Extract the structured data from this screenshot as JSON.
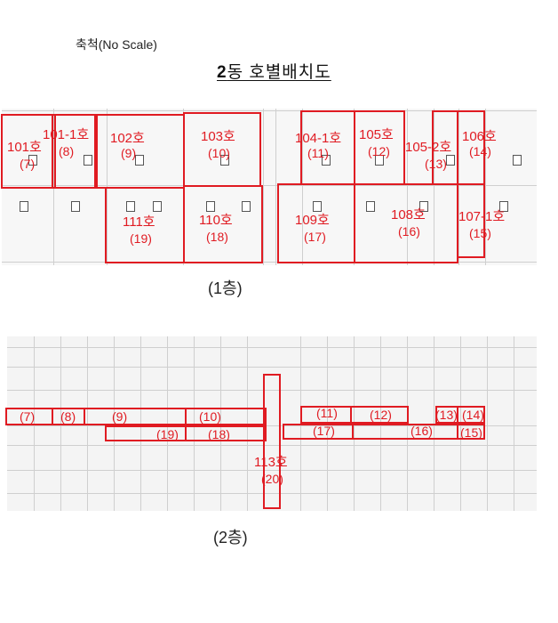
{
  "header": {
    "scale_note": "축척(No Scale)",
    "title_bold": "2",
    "title_rest": "동 호별배치도"
  },
  "floor1": {
    "label": "(1층)",
    "units": [
      {
        "name": "101호",
        "no": "(7)"
      },
      {
        "name": "101-1호",
        "no": "(8)"
      },
      {
        "name": "102호",
        "no": "(9)"
      },
      {
        "name": "103호",
        "no": "(10)"
      },
      {
        "name": "104-1호",
        "no": "(11)"
      },
      {
        "name": "105호",
        "no": "(12)"
      },
      {
        "name": "105-2호",
        "no": "(13)"
      },
      {
        "name": "106호",
        "no": "(14)"
      },
      {
        "name": "111호",
        "no": "(19)"
      },
      {
        "name": "110호",
        "no": "(18)"
      },
      {
        "name": "109호",
        "no": "(17)"
      },
      {
        "name": "108호",
        "no": "(16)"
      },
      {
        "name": "107-1호",
        "no": "(15)"
      }
    ]
  },
  "floor2": {
    "label": "(2층)",
    "units": [
      {
        "no": "(7)"
      },
      {
        "no": "(8)"
      },
      {
        "no": "(9)"
      },
      {
        "no": "(10)"
      },
      {
        "no": "(11)"
      },
      {
        "no": "(12)"
      },
      {
        "no": "(13)"
      },
      {
        "no": "(14)"
      },
      {
        "no": "(19)"
      },
      {
        "no": "(18)"
      },
      {
        "no": "(17)"
      },
      {
        "no": "(16)"
      },
      {
        "no": "(15)"
      },
      {
        "name": "113호",
        "no": "(20)"
      }
    ]
  },
  "colors": {
    "outline": "#e01b22",
    "plan_line": "#cfcfcf"
  }
}
